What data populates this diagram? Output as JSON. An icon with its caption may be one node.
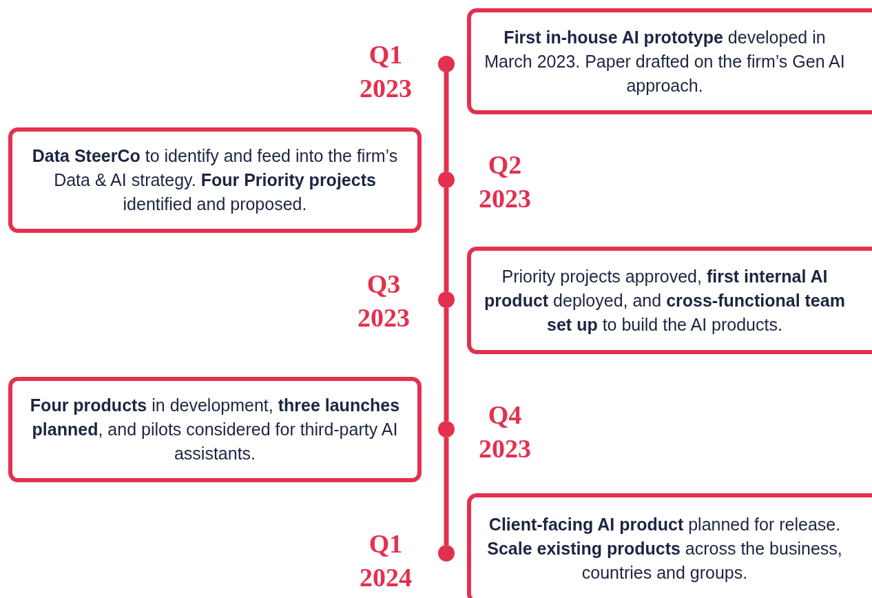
{
  "diagram": {
    "nodes": [
      {
        "text": [
          "**First in-house AI prototype** developed in March 2023. Paper drafted on the firm’s Gen AI approach."
        ]
      },
      {
        "text": [
          "**Data SteerCo** to identify and feed into the firm’s Data & AI strategy. **Four Priority projects** identified and proposed."
        ]
      },
      {
        "text": [
          "Priority projects approved, **first internal AI product** deployed, and **cross-functional team set up** to build the AI products."
        ]
      },
      {
        "text": [
          "**Four products** in development, **three launches planned**, and pilots considered for third-party AI assistants."
        ]
      },
      {
        "text": [
          "**Client-facing AI product** planned for release. **Scale existing products** across the business, countries and groups."
        ]
      },
      {
        "text": [],
        "shape": "circle",
        "beside": [
          "Q1 2023"
        ]
      },
      {
        "text": [],
        "shape": "circle",
        "beside": [
          "Q2 2023"
        ]
      },
      {
        "text": [],
        "shape": "circle",
        "beside": [
          "Q3 2023"
        ]
      },
      {
        "text": [],
        "shape": "circle",
        "beside": [
          "Q4 2023"
        ]
      },
      {
        "text": [],
        "shape": "circle",
        "beside": [
          "Q1 2024"
        ]
      }
    ],
    "edges": [
      {
        "from": 5,
        "to": 6,
        "arrow": "none"
      },
      {
        "from": 6,
        "to": 7,
        "arrow": "none"
      },
      {
        "from": 7,
        "to": 8,
        "arrow": "none"
      },
      {
        "from": 8,
        "to": 9,
        "arrow": "none"
      }
    ]
  }
}
